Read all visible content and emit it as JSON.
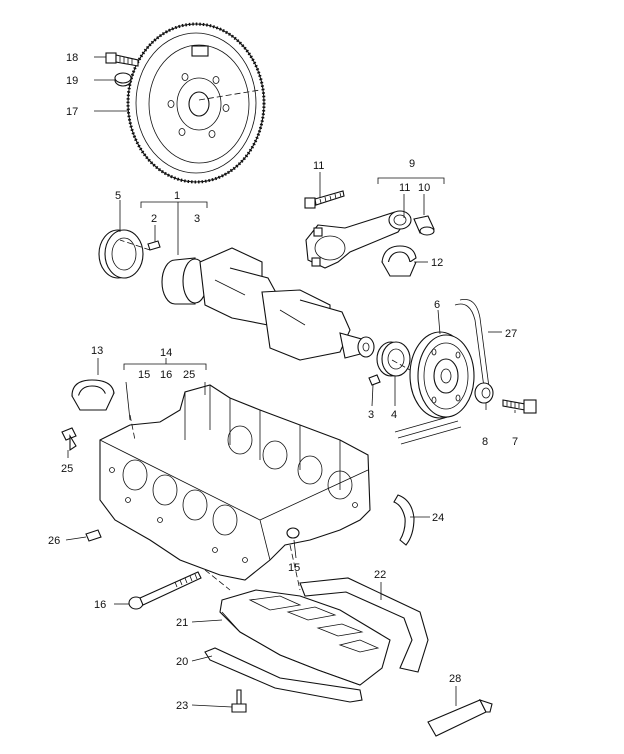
{
  "labels": {
    "l1": "1",
    "l2": "2",
    "l3a": "3",
    "l3b": "3",
    "l4": "4",
    "l5": "5",
    "l6": "6",
    "l7": "7",
    "l8": "8",
    "l9": "9",
    "l10": "10",
    "l11a": "11",
    "l11b": "11",
    "l12": "12",
    "l13": "13",
    "l14": "14",
    "l15a": "15",
    "l15b": "15",
    "l16a": "16",
    "l16b": "16",
    "l17": "17",
    "l18": "18",
    "l19": "19",
    "l20": "20",
    "l21": "21",
    "l22": "22",
    "l23": "23",
    "l24": "24",
    "l25a": "25",
    "l25b": "25",
    "l26": "26",
    "l27": "27",
    "l28": "28"
  },
  "parts": [
    "flywheel",
    "crankshaft",
    "connecting-rod",
    "pulley",
    "crankcase",
    "oil-pan",
    "gasket",
    "sealant-tube",
    "bearing-shell",
    "bolt"
  ]
}
